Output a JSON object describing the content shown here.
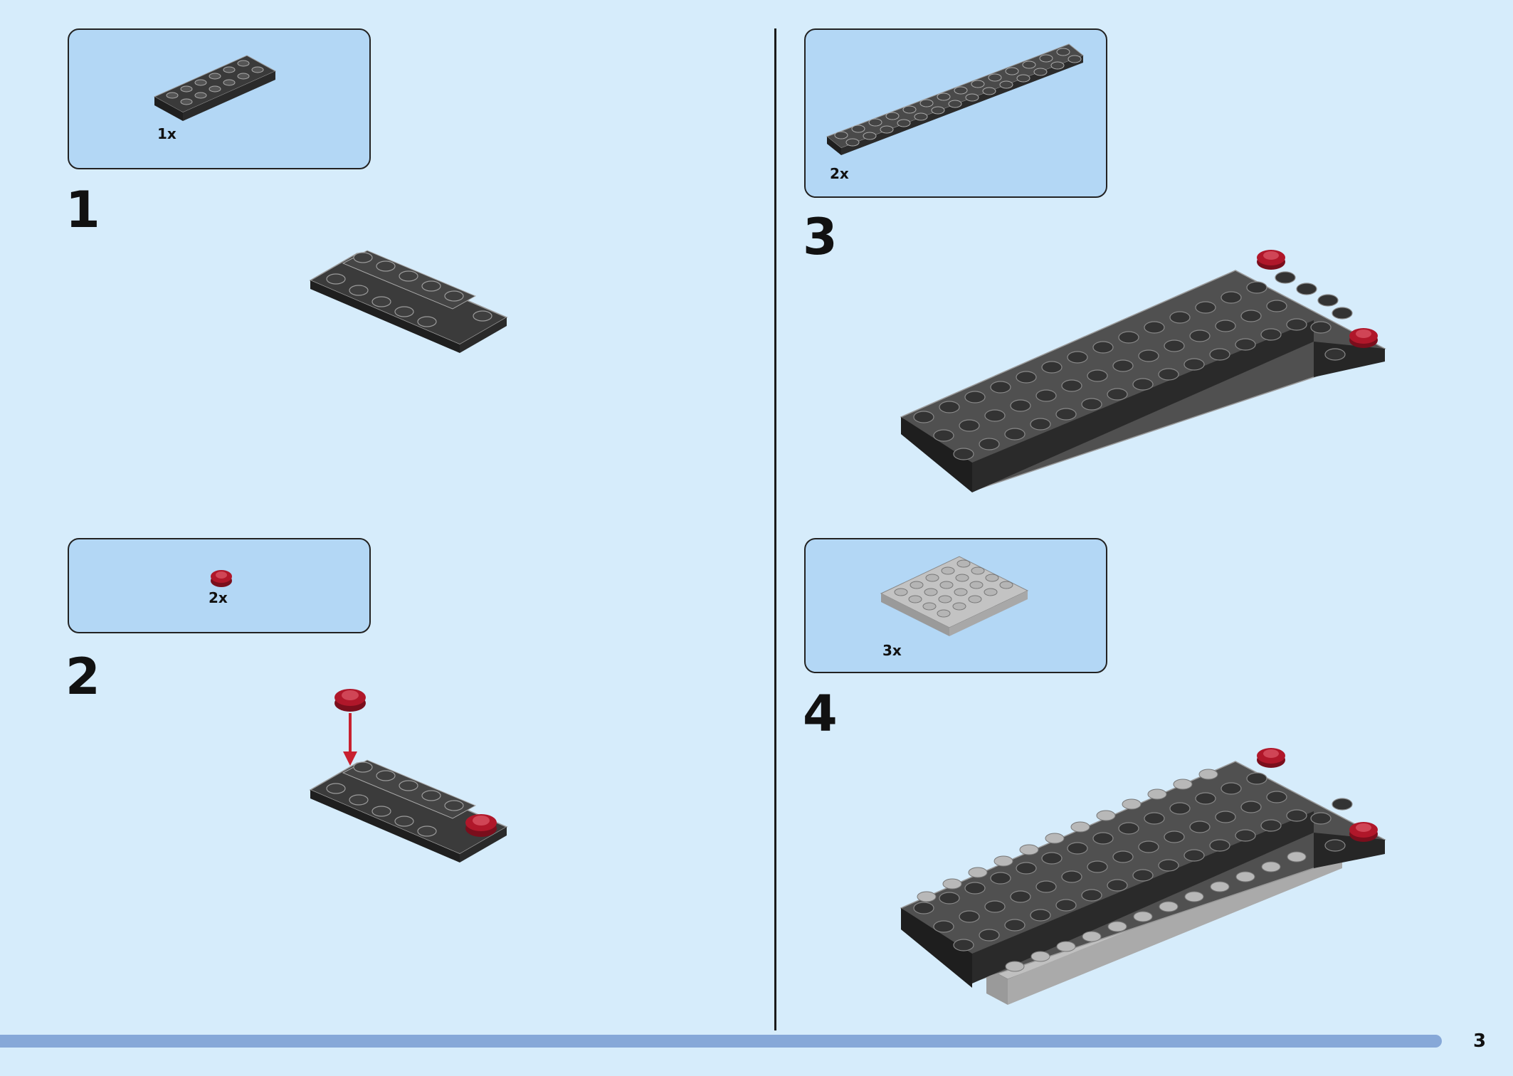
{
  "page_number": "3",
  "steps": [
    {
      "number": "1",
      "parts": [
        {
          "count": "1x",
          "part": "black-plate-with-side-holes"
        }
      ]
    },
    {
      "number": "2",
      "parts": [
        {
          "count": "2x",
          "part": "red-round-plate"
        }
      ]
    },
    {
      "number": "3",
      "parts": [
        {
          "count": "2x",
          "part": "black-long-plate"
        }
      ]
    },
    {
      "number": "4",
      "parts": [
        {
          "count": "3x",
          "part": "light-gray-plate"
        }
      ]
    }
  ],
  "colors": {
    "background": "#d6ecfb",
    "parts_box": "#b3d7f5",
    "brick_black": "#2b2b2b",
    "brick_gray": "#b9b9b9",
    "accent_red": "#b0172a",
    "progress_bar": "#86a8d8"
  }
}
